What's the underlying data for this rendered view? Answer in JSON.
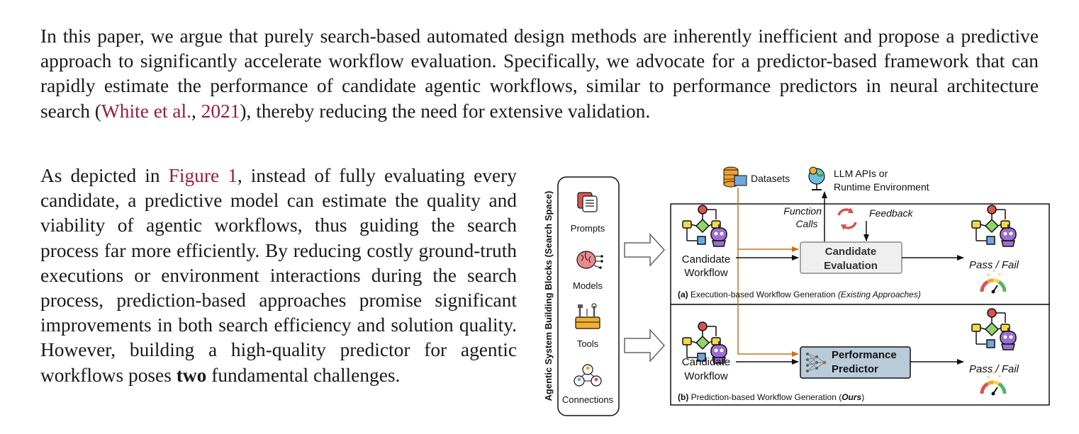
{
  "paragraph1": {
    "text_before": "In this paper, we argue that purely search-based automated design methods are inherently inefficient and propose a predictive approach to significantly accelerate workflow evaluation. Specifically, we advocate for a predictor-based framework that can rapidly estimate the performance of candidate agentic workflows, similar to performance predictors in neural architecture search (",
    "cite_author": "White et al.",
    "cite_sep": ", ",
    "cite_year": "2021",
    "text_after": "), thereby reducing the need for extensive validation."
  },
  "paragraph2": {
    "intro": "As depicted in ",
    "figure_ref": "Figure 1",
    "body": ", instead of fully evaluating every candidate, a predictive model can estimate the quality and viability of agentic workflows, thus guiding the search process far more efficiently. By reducing costly ground-truth executions or environment interactions during the search process, prediction-based approaches promise significant improvements in both search efficiency and solution quality. However, building a high-quality predictor for agentic workflows poses ",
    "bold_word": "two",
    "ending": " fundamental challenges."
  },
  "figure": {
    "search_space_title": "Agentic System Building Blocks (Search Space)",
    "blocks": [
      "Prompts",
      "Models",
      "Tools",
      "Connections"
    ],
    "datasets_label": "Datasets",
    "llm_label_line1": "LLM APIs or",
    "llm_label_line2": "Runtime Environment",
    "function_calls_line1": "Function",
    "function_calls_line2": "Calls",
    "feedback_label": "Feedback",
    "panel_a": {
      "candidate_line1": "Candidate",
      "candidate_line2": "Workflow",
      "box_line1": "Candidate",
      "box_line2": "Evaluation",
      "outcome": "Pass / Fail",
      "caption_prefix": "(a)",
      "caption_text": " Execution-based Workflow Generation ",
      "caption_italic": "(Existing Approaches)"
    },
    "panel_b": {
      "candidate_line1": "Candidate",
      "candidate_line2": "Workflow",
      "box_line1": "Performance",
      "box_line2": "Predictor",
      "outcome": "Pass / Fail",
      "caption_prefix": "(b)",
      "caption_text": " Prediction-based Workflow Generation (",
      "caption_bold_italic": "Ours",
      "caption_suffix": ")"
    },
    "colors": {
      "accent_orange": "#c8701e",
      "link_red": "#9b1c3a",
      "predictor_fill": "#b9cbd9",
      "eval_fill": "#efefef",
      "feedback_red": "#d9534f",
      "node_yellow": "#f5d84a",
      "node_green": "#8fd36b",
      "node_blue": "#6fa8dc",
      "node_red": "#d9534f",
      "robot_purple": "#9b6fd0"
    }
  }
}
